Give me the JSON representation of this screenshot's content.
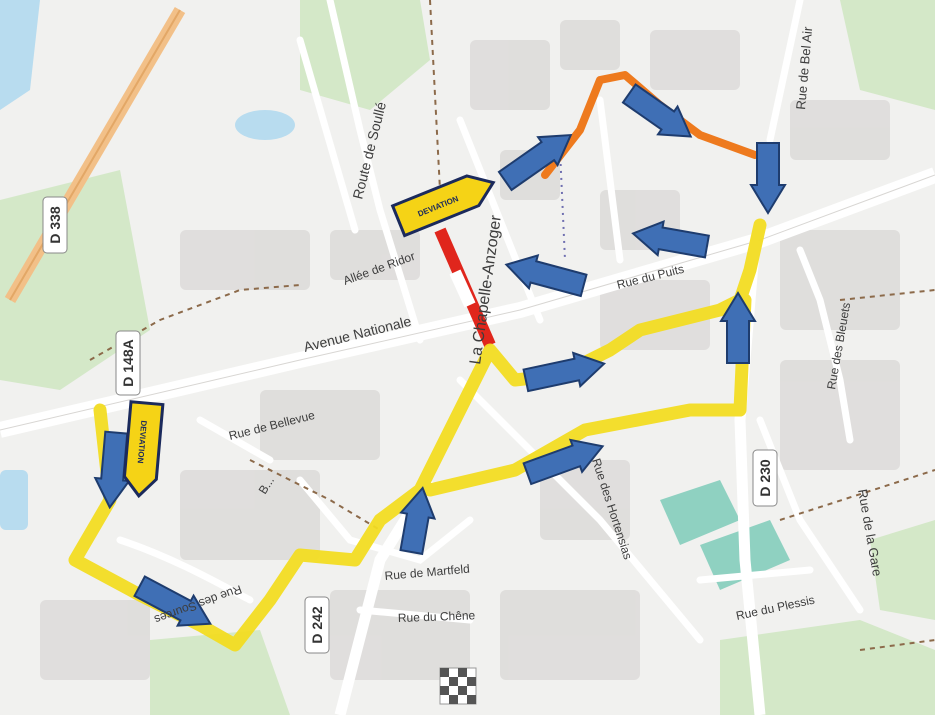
{
  "streets": {
    "avenue_nationale": "Avenue Nationale",
    "route_soulle": "Route de Soullé",
    "allee_ridor": "Allée de Ridor",
    "rue_bel_air": "Rue de Bel Air",
    "rue_puits": "Rue du Puits",
    "rue_bleuets": "Rue des Bleuets",
    "rue_bellevue": "Rue de Bellevue",
    "rue_sources": "Rue des Sources",
    "rue_martfeld": "Rue de Martfeld",
    "rue_chene": "Rue du Chêne",
    "rue_hortensias": "Rue des Hortensias",
    "rue_plessis": "Rue du Plessis",
    "rue_gare": "Rue de la Gare",
    "rue_bellevue_short": "B..."
  },
  "road_shields": {
    "d338": "D 338",
    "d148a": "D 148A",
    "d230": "D 230",
    "d242": "D 242"
  },
  "town": "La Chapelle-Anzoger",
  "detour_signs": {
    "top": "DEVIATION",
    "left": "DEVIATION"
  },
  "colors": {
    "detour_route": "#f2dc22",
    "closed_road": "#e0261c",
    "orange_route": "#ee7a1e",
    "arrow_fill": "#3f6fb5",
    "arrow_stroke": "#1e3c6e",
    "sign_fill": "#f5d316",
    "sign_border": "#1b2a5c",
    "green_area": "#d3e8c6",
    "water": "#b8dcef",
    "main_road_orange": "#f2c088"
  }
}
